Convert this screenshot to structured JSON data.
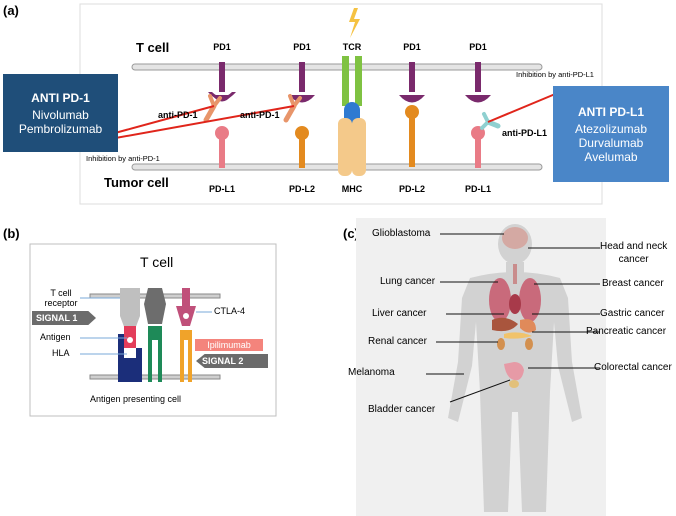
{
  "panel_a": {
    "label": "(a)",
    "t_cell": "T cell",
    "tumor_cell": "Tumor cell",
    "receptors_top": [
      "PD1",
      "PD1",
      "TCR",
      "PD1",
      "PD1"
    ],
    "ligands_bottom": [
      "PD-L1",
      "PD-L2",
      "MHC",
      "PD-L2",
      "PD-L1"
    ],
    "anti_pd1_1": "anti-PD-1",
    "anti_pd1_2": "anti-PD-1",
    "anti_pdl1": "anti-PD-L1",
    "inhibition_pd1": "Inhibition by anti-PD-1",
    "inhibition_pdl1": "Inhibition by anti-PD-L1",
    "box_left": {
      "title": "ANTI PD-1",
      "lines": [
        "Nivolumab",
        "Pembrolizumab"
      ],
      "color": "#1f4e79"
    },
    "box_right": {
      "title": "ANTI PD-L1",
      "lines": [
        "Atezolizumab",
        "Durvalumab",
        "Avelumab"
      ],
      "color": "#4a86c8"
    }
  },
  "panel_b": {
    "label": "(b)",
    "title": "T cell",
    "tcr_label_1": "T cell",
    "tcr_label_2": "receptor",
    "signal1": "SIGNAL 1",
    "antigen": "Antigen",
    "hla": "HLA",
    "ctla4": "CTLA-4",
    "ipilimumab": "Ipilimumab",
    "signal2": "SIGNAL 2",
    "footer": "Antigen presenting cell"
  },
  "panel_c": {
    "label": "(c)",
    "organs_left": [
      "Glioblastoma",
      "Lung cancer",
      "Liver cancer",
      "Renal cancer",
      "Melanoma",
      "Bladder cancer"
    ],
    "organs_right_1": "Head and neck",
    "organs_right_2": "cancer",
    "organs_right": [
      "Breast cancer",
      "Gastric cancer",
      "Pancreatic cancer",
      "Colorectal cancer"
    ]
  }
}
